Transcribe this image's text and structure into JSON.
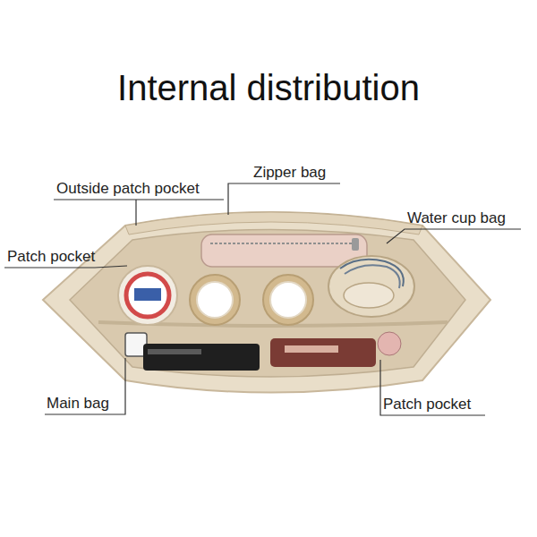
{
  "diagram": {
    "title": "Internal distribution",
    "labels": [
      "Zipper bag",
      "Outside patch pocket",
      "Water cup bag",
      "Patch pocket",
      "Main bag",
      "Patch pocket"
    ]
  }
}
